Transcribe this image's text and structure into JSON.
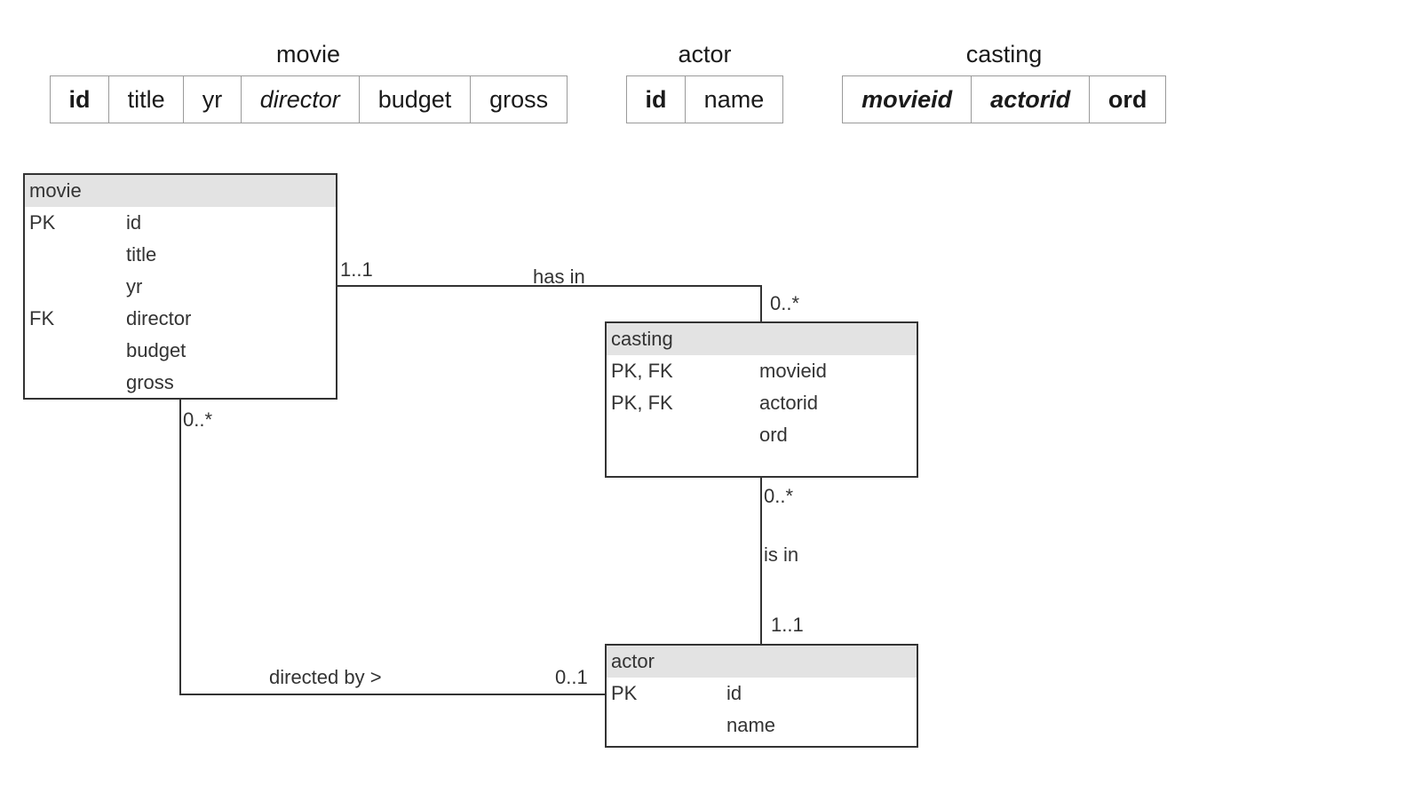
{
  "schema": {
    "movie": {
      "title": "movie",
      "columns": [
        {
          "name": "id",
          "kind": "pk"
        },
        {
          "name": "title",
          "kind": "plain"
        },
        {
          "name": "yr",
          "kind": "plain"
        },
        {
          "name": "director",
          "kind": "fk"
        },
        {
          "name": "budget",
          "kind": "plain"
        },
        {
          "name": "gross",
          "kind": "plain"
        }
      ]
    },
    "actor": {
      "title": "actor",
      "columns": [
        {
          "name": "id",
          "kind": "pk"
        },
        {
          "name": "name",
          "kind": "plain"
        }
      ]
    },
    "casting": {
      "title": "casting",
      "columns": [
        {
          "name": "movieid",
          "kind": "pkfk"
        },
        {
          "name": "actorid",
          "kind": "pkfk"
        },
        {
          "name": "ord",
          "kind": "pk"
        }
      ]
    }
  },
  "entities": {
    "movie": {
      "name": "movie",
      "rows": [
        {
          "key": "PK",
          "attr": "id"
        },
        {
          "key": "",
          "attr": "title"
        },
        {
          "key": "",
          "attr": "yr"
        },
        {
          "key": "FK",
          "attr": "director"
        },
        {
          "key": "",
          "attr": "budget"
        },
        {
          "key": "",
          "attr": "gross"
        }
      ]
    },
    "casting": {
      "name": "casting",
      "rows": [
        {
          "key": "PK, FK",
          "attr": "movieid"
        },
        {
          "key": "PK, FK",
          "attr": "actorid"
        },
        {
          "key": "",
          "attr": "ord"
        }
      ]
    },
    "actor": {
      "name": "actor",
      "rows": [
        {
          "key": "PK",
          "attr": "id"
        },
        {
          "key": "",
          "attr": "name"
        }
      ]
    }
  },
  "relationships": {
    "has_in": {
      "label": "has in",
      "card_from": "1..1",
      "card_to": "0..*"
    },
    "is_in": {
      "label": "is in",
      "card_from": "0..*",
      "card_to": "1..1"
    },
    "directed_by": {
      "label": "directed by >",
      "card_from": "0..*",
      "card_to": "0..1"
    }
  },
  "colors": {
    "entity_header": "#e3e3e3",
    "border": "#333333",
    "schema_border": "#9a9a9a"
  }
}
